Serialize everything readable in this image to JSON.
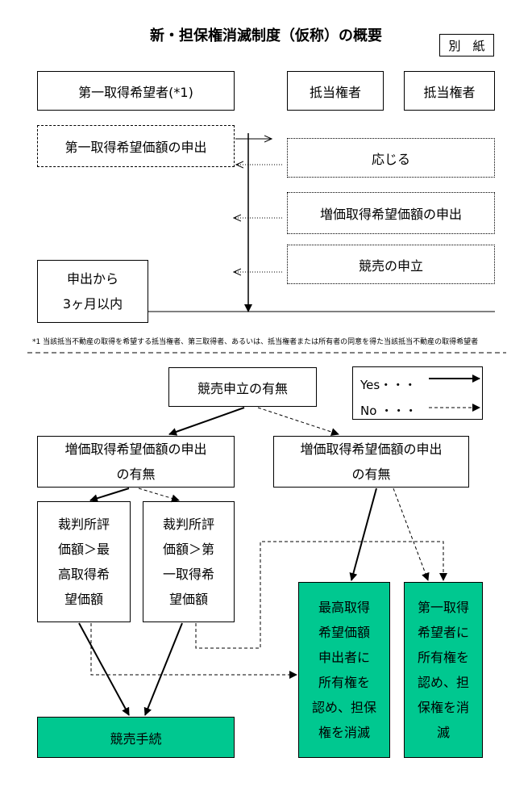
{
  "title": "新・担保権消滅制度（仮称）の概要",
  "attachment_label": "別　紙",
  "top": {
    "first_buyer": "第一取得希望者(*1)",
    "mortgagee_1": "抵当権者",
    "mortgagee_2": "抵当権者",
    "first_price_offer": "第一取得希望価額の申出",
    "accept": "応じる",
    "increased_offer": "増価取得希望価額の申出",
    "auction_request": "競売の申立",
    "deadline": "申出から\n3ヶ月以内"
  },
  "footnote": "*1 当該抵当不動産の取得を希望する抵当権者、第三取得者、あるいは、抵当権者または所有者の同意を得た当該抵当不動産の取得希望者",
  "legend": {
    "yes": "Yes・・・",
    "no": "No ・・・"
  },
  "flow": {
    "auction_exists": "競売申立の有無",
    "increase_exists_left": "増価取得希望価額の申出\nの有無",
    "increase_exists_right": "増価取得希望価額の申出\nの有無",
    "court_gt_max": "裁判所評\n価額＞最\n高取得希\n望価額",
    "court_gt_first": "裁判所評\n価額＞第\n一取得希\n望価額",
    "highest_bidder": "最高取得\n希望価額\n申出者に\n所有権を\n認め、担保\n権を消滅",
    "first_bidder": "第一取得\n希望者に\n所有権を\n認め、担\n保権を消\n滅",
    "auction_procedure": "競売手続"
  }
}
